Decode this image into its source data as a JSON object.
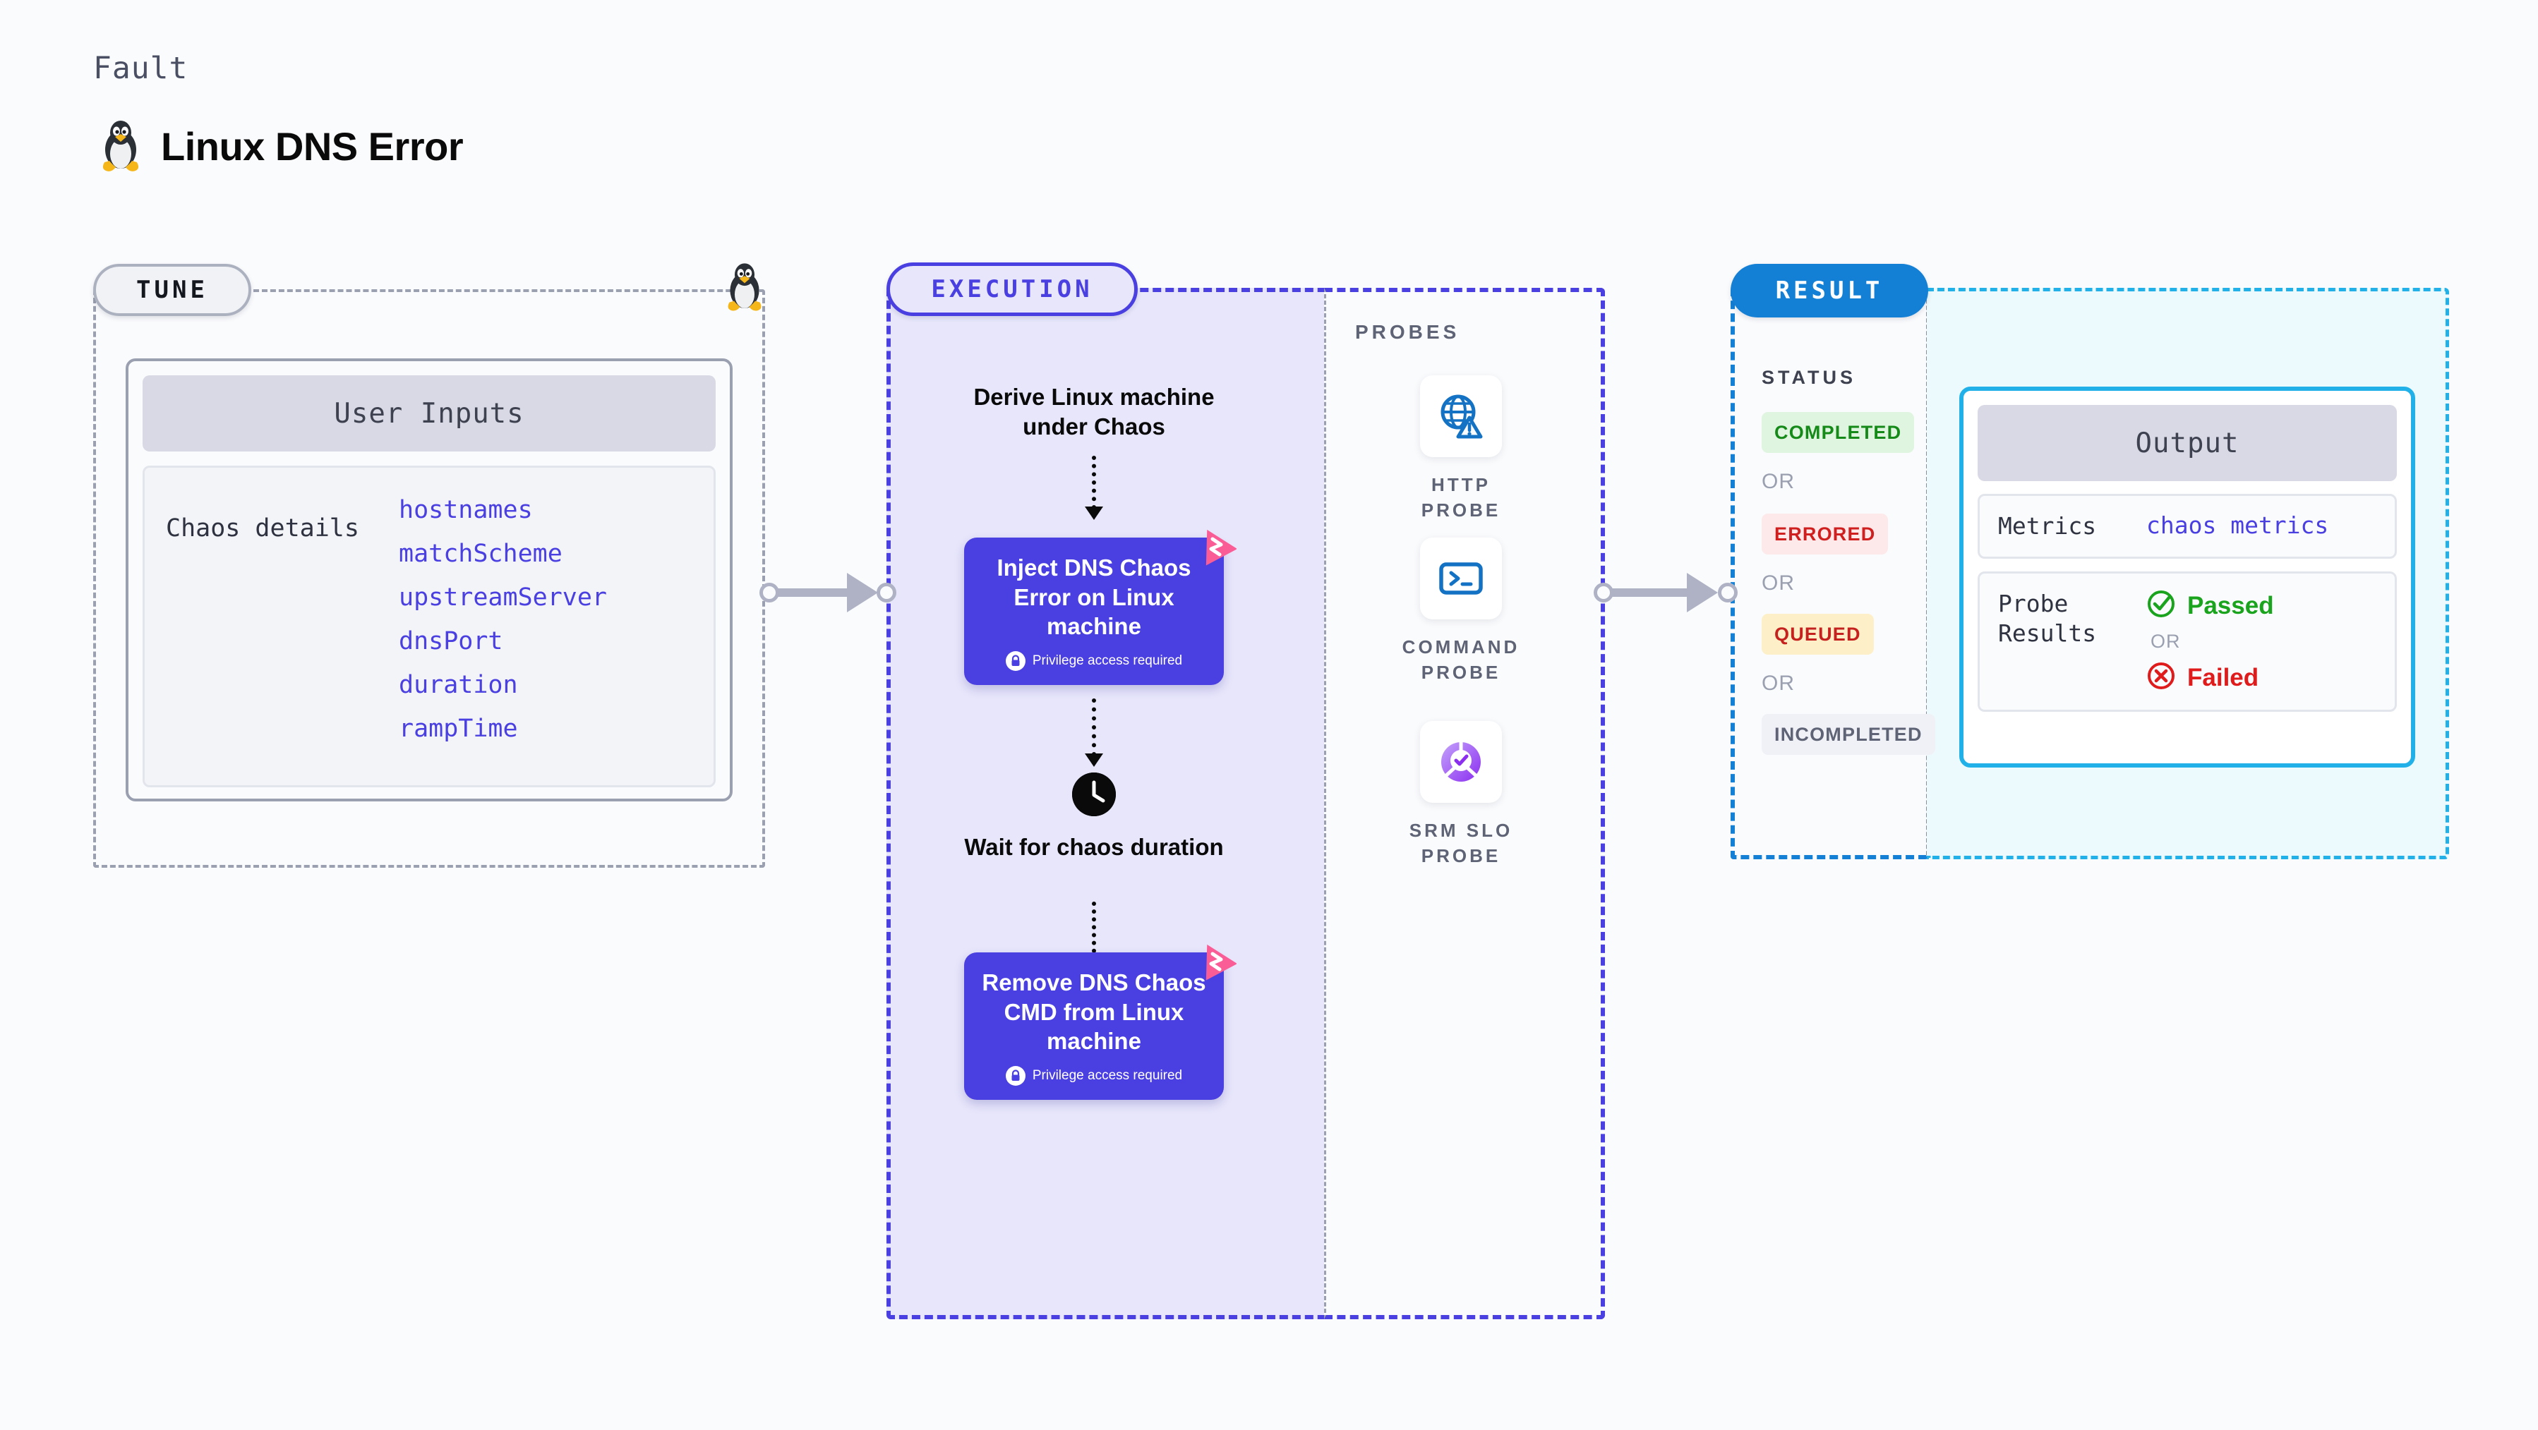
{
  "header": {
    "eyebrow": "Fault",
    "title": "Linux DNS Error",
    "icon": "tux-penguin-icon"
  },
  "tune": {
    "pill_label": "TUNE",
    "card_header": "User Inputs",
    "row_label": "Chaos details",
    "params": [
      "hostnames",
      "matchScheme",
      "upstreamServer",
      "dnsPort",
      "duration",
      "rampTime"
    ],
    "boundary_icon": "tux-penguin-icon"
  },
  "execution": {
    "pill_label": "EXECUTION",
    "derive_label": "Derive Linux machine under Chaos",
    "inject_card": {
      "title": "Inject DNS Chaos Error on Linux machine",
      "privilege_note": "Privilege access required",
      "badge_icon": "litmus-chaos-icon",
      "lock_icon": "lock-icon"
    },
    "wait_label": "Wait for chaos duration",
    "wait_icon": "clock-icon",
    "remove_card": {
      "title": "Remove DNS Chaos CMD from Linux machine",
      "privilege_note": "Privilege access required",
      "badge_icon": "litmus-chaos-icon",
      "lock_icon": "lock-icon"
    }
  },
  "probes": {
    "title": "PROBES",
    "items": [
      {
        "label": "HTTP PROBE",
        "icon": "globe-warning-icon"
      },
      {
        "label": "COMMAND PROBE",
        "icon": "terminal-icon"
      },
      {
        "label": "SRM SLO PROBE",
        "icon": "slo-donut-check-icon"
      }
    ]
  },
  "result": {
    "pill_label": "RESULT",
    "status_title": "STATUS",
    "or_label": "OR",
    "statuses": [
      {
        "label": "COMPLETED",
        "bg": "#dff5e0",
        "fg": "#168a19"
      },
      {
        "label": "ERRORED",
        "bg": "#fde9e9",
        "fg": "#d01f1f"
      },
      {
        "label": "QUEUED",
        "bg": "#fdf0c8",
        "fg": "#c5221f"
      },
      {
        "label": "INCOMPLETED",
        "bg": "#f0f1f6",
        "fg": "#5e6375"
      }
    ]
  },
  "output": {
    "card_header": "Output",
    "metrics_key": "Metrics",
    "metrics_value": "chaos metrics",
    "probe_results_key": "Probe Results",
    "passed_label": "Passed",
    "failed_label": "Failed",
    "or_label": "OR",
    "passed_icon": "check-circle-icon",
    "failed_icon": "x-circle-icon"
  },
  "connectors": {
    "tune_to_execution": "arrow-right",
    "probes_to_result": "arrow-right"
  },
  "colors": {
    "brand_purple": "#4a3fe0",
    "result_blue": "#1380d6",
    "output_cyan": "#21b1e8",
    "litmus_pink": "#fa5d96",
    "pass_green": "#1aa31d",
    "fail_red": "#e01b1b"
  }
}
